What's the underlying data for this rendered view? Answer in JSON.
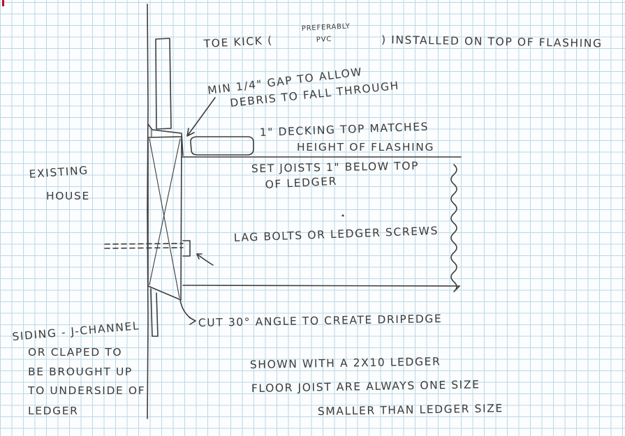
{
  "notes": {
    "toe_kick_prefix": "TOE KICK (",
    "toe_kick_material_line1": "PREFERABLY",
    "toe_kick_material_line2": "PVC",
    "toe_kick_suffix": ") INSTALLED ON TOP OF FLASHING",
    "gap_line1": "MIN 1/4\" GAP TO ALLOW",
    "gap_line2": "DEBRIS TO FALL THROUGH",
    "decking_line1": "1\" DECKING TOP MATCHES",
    "decking_line2": "HEIGHT OF FLASHING",
    "joists_line1": "SET JOISTS 1\" BELOW TOP",
    "joists_line2": "OF LEDGER",
    "house_line1": "EXISTING",
    "house_line2": "HOUSE",
    "bolts": "LAG BOLTS OR LEDGER SCREWS",
    "cut": "CUT 30° ANGLE TO CREATE DRIPEDGE",
    "siding_line1": "SIDING - J-CHANNEL",
    "siding_line2": "OR CLAPED TO",
    "siding_line3": "BE BROUGHT UP",
    "siding_line4": "TO UNDERSIDE OF",
    "siding_line5": "LEDGER",
    "shown_line1": "SHOWN WITH A 2X10 LEDGER",
    "shown_line2": "FLOOR JOIST ARE ALWAYS ONE SIZE",
    "shown_line3": "SMALLER THAN LEDGER SIZE"
  },
  "colors": {
    "grid": "#bcd7e6",
    "ink": "#3d3d3d",
    "marker": "#b3122a"
  }
}
